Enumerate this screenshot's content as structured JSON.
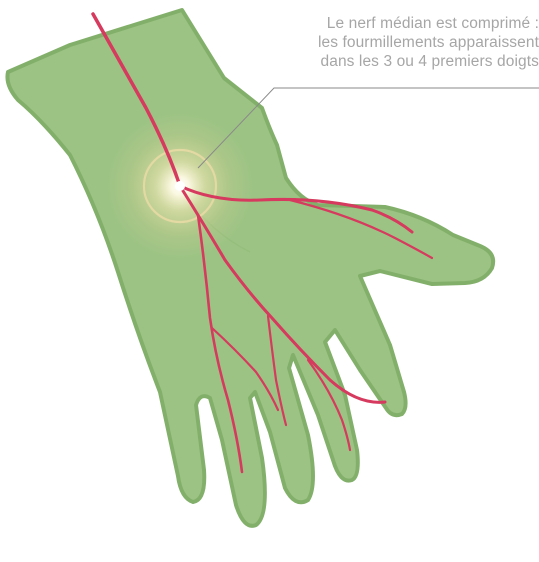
{
  "annotation": {
    "lines": [
      "Le nerf médian est comprimé :",
      "les fourmillements apparaissent",
      "dans les 3 ou 4 premiers doigts"
    ]
  },
  "colors": {
    "hand_fill": "#9cc384",
    "hand_outline": "#82b06a",
    "nerve": "#d63a5e",
    "callout_text": "#a6a6a6",
    "leader_line": "#8a8a8a",
    "compression_glow": "#f3e3a8"
  },
  "icons": {
    "hand": "hand-illustration",
    "nerve": "median-nerve",
    "compression": "compression-point"
  }
}
